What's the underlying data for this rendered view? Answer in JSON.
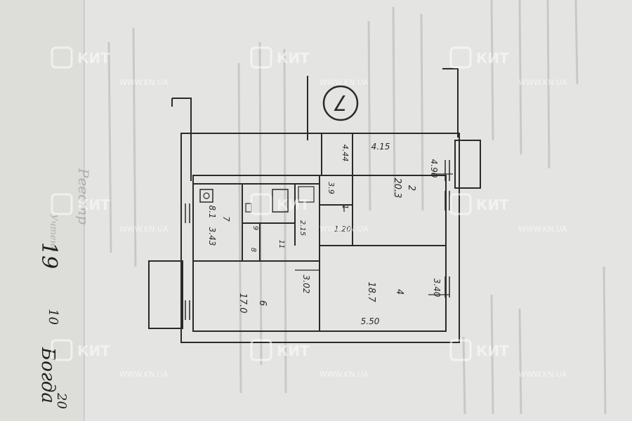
{
  "plan": {
    "apartment_number": "7",
    "rooms": [
      {
        "id": "1",
        "area": "3.9",
        "dims": [
          "4.44",
          "1.20"
        ]
      },
      {
        "id": "2",
        "area": "20.3",
        "dims": [
          "4.15",
          "4.90"
        ]
      },
      {
        "id": "4",
        "area": "18.7",
        "dims": [
          "3.40",
          "5.50"
        ]
      },
      {
        "id": "6",
        "area": "17.0",
        "dims": [
          "3.02"
        ]
      },
      {
        "id": "7",
        "area": "8.1",
        "dims": [
          "3.43"
        ]
      },
      {
        "id": "9",
        "area": "",
        "dims": []
      },
      {
        "id": "8",
        "area": "",
        "dims": []
      },
      {
        "id": "11",
        "area": "",
        "dims": [
          "2.15"
        ]
      }
    ]
  },
  "margin_notes": {
    "left": [
      "Реестр",
      "Учтено",
      "19",
      "10",
      "Богда"
    ],
    "bottom_right": [
      "20"
    ]
  },
  "watermark": {
    "brand": "КИТ",
    "url": "WWW.KN.UA"
  },
  "colors": {
    "paper": "#e4e4e2",
    "ink": "#2a2a2a",
    "faded_ink": "#8a8a8a"
  }
}
